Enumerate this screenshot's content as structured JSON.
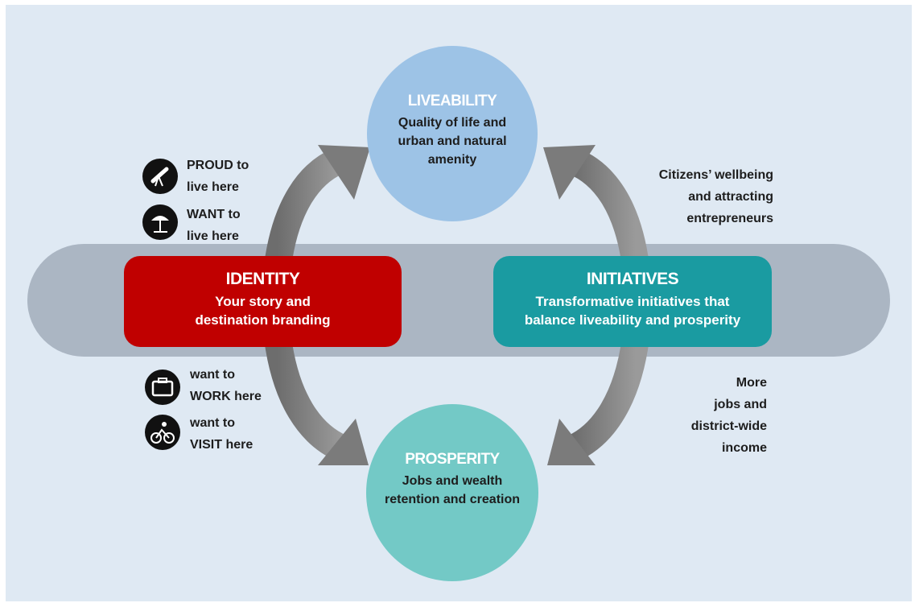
{
  "liveability": {
    "title": "LIVEABILITY",
    "body": "Quality of life and urban and natural amenity"
  },
  "prosperity": {
    "title": "PROSPERITY",
    "body": "Jobs and wealth retention and creation"
  },
  "identity": {
    "title": "IDENTITY",
    "body_line1": "Your story and",
    "body_line2": "destination branding"
  },
  "initiatives": {
    "title": "INITIATIVES",
    "body_line1": "Transformative initiatives that",
    "body_line2": "balance liveability and prosperity"
  },
  "left_labels": [
    {
      "icon": "telescope-icon",
      "line1": "PROUD to",
      "line2": "live here"
    },
    {
      "icon": "beach-umbrella-icon",
      "line1": "WANT to",
      "line2": "live here"
    },
    {
      "icon": "briefcase-icon",
      "line1": "want to",
      "line2": "WORK here"
    },
    {
      "icon": "cyclist-icon",
      "line1": "want to",
      "line2": "VISIT here"
    }
  ],
  "right_labels": {
    "top": {
      "line1": "Citizens’ wellbeing",
      "line2": "and attracting",
      "line3": "entrepreneurs"
    },
    "bottom": {
      "line1": "More",
      "line2": "jobs and",
      "line3": "district-wide",
      "line4": "income"
    }
  },
  "colors": {
    "background": "#dfe9f3",
    "band": "#abb6c3",
    "liveability": "#9dc3e6",
    "prosperity": "#73c9c6",
    "identity": "#c00000",
    "initiatives": "#1a9ba1",
    "arrow": "#7b7b7b"
  }
}
